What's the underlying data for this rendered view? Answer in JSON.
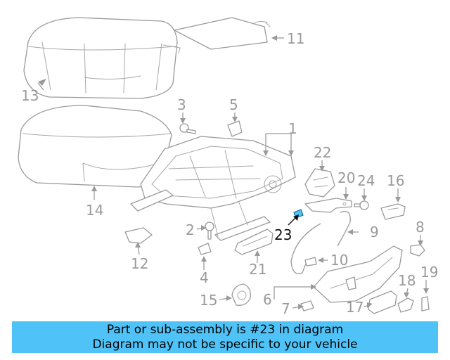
{
  "callouts": {
    "c1": "1",
    "c2": "2",
    "c3": "3",
    "c4": "4",
    "c5": "5",
    "c6": "6",
    "c7": "7",
    "c8": "8",
    "c9": "9",
    "c10": "10",
    "c11": "11",
    "c12": "12",
    "c13": "13",
    "c14": "14",
    "c15": "15",
    "c16": "16",
    "c17": "17",
    "c18": "18",
    "c19": "19",
    "c20": "20",
    "c21": "21",
    "c22": "22",
    "c23": "23",
    "c24": "24"
  },
  "highlight": {
    "callout": "23",
    "color": "#4fc3f7"
  },
  "banner": {
    "line1": "Part or sub-assembly is #23 in diagram",
    "line2": "Diagram may not be specific to your vehicle",
    "background": "#4fc3f7"
  }
}
